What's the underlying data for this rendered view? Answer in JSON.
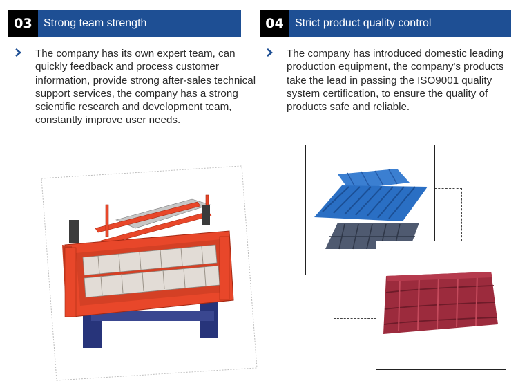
{
  "sections": [
    {
      "number": "03",
      "title": "Strong team strength",
      "description": "The company has its own expert team, can quickly feedback and process customer information, provide strong after-sales technical support services, the company has a strong scientific research and development team, constantly improve user needs."
    },
    {
      "number": "04",
      "title": "Strict product quality control",
      "description": "The company has introduced domestic leading production equipment, the company's products take the lead in passing the ISO9001 quality system certification, to ensure the quality of products safe and reliable."
    }
  ],
  "colors": {
    "header_blue": "#1e4f94",
    "number_box": "#000000",
    "bullet": "#1e4f94",
    "machine_orange": "#e8472a",
    "machine_blue": "#27347a",
    "sheet_blue": "#2a6fc4",
    "sheet_gray": "#4f5a70",
    "tile_red": "#9c2b3d"
  },
  "icons": {
    "bullet": "chevron-right-icon"
  }
}
